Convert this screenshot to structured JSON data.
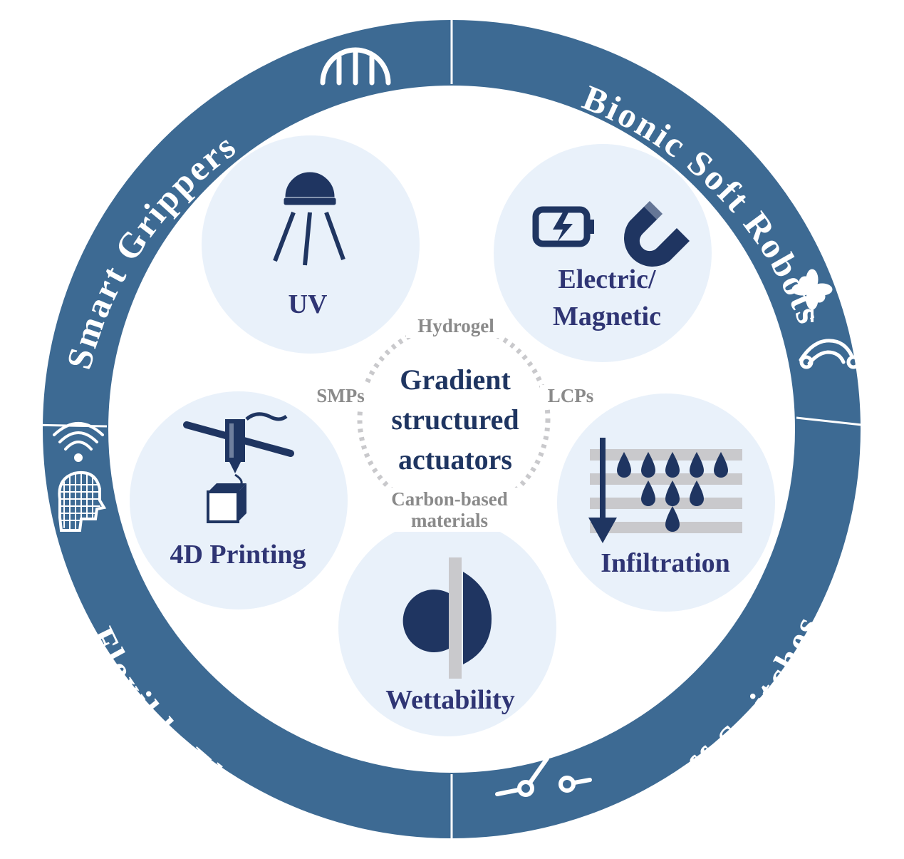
{
  "colors": {
    "ring": "#3d6a93",
    "node_fill": "#e9f1fa",
    "icon": "#1f3561",
    "stimulus_text": "#2f3574",
    "material_text": "#8a8a8a",
    "gray_bar": "#c9c9cc"
  },
  "applications": {
    "smart_grippers": "Smart Grippers",
    "bionic_soft_robots": "Bionic Soft Robots",
    "on_off_switches": "On-off Switches",
    "flexible_electronics": "Flexible Electronics"
  },
  "stimuli": {
    "uv": "UV",
    "electric_line1": "Electric/",
    "electric_line2": "Magnetic",
    "printing": "4D Printing",
    "infiltration": "Infiltration",
    "wettability": "Wettability"
  },
  "center": {
    "line1": "Gradient",
    "line2": "structured",
    "line3": "actuators"
  },
  "materials": {
    "hydrogel": "Hydrogel",
    "smps": "SMPs",
    "lcps": "LCPs",
    "carbon_line1": "Carbon-based",
    "carbon_line2": "materials"
  },
  "icons": {
    "grippers": "gripper-icon",
    "robots_flower": "flower-icon",
    "robots_worm": "worm-icon",
    "switch": "switch-icon",
    "electronics": "brain-signal-icon",
    "uv": "uv-lamp-icon",
    "battery": "battery-icon",
    "magnet": "magnet-icon",
    "printer": "3d-printer-icon",
    "droplets": "droplets-icon",
    "droplet_wall": "droplet-on-wall-icon"
  }
}
